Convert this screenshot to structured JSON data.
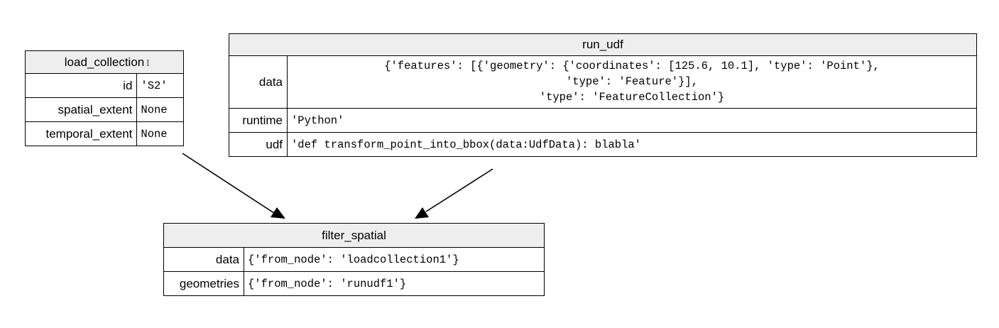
{
  "nodes": {
    "load_collection": {
      "title": "load_collection",
      "rows": [
        {
          "key": "id",
          "value": "'S2'"
        },
        {
          "key": "spatial_extent",
          "value": "None"
        },
        {
          "key": "temporal_extent",
          "value": "None"
        }
      ]
    },
    "run_udf": {
      "title": "run_udf",
      "rows": [
        {
          "key": "data",
          "value": "{'features': [{'geometry': {'coordinates': [125.6, 10.1], 'type': 'Point'},\n'type': 'Feature'}],\n'type': 'FeatureCollection'}"
        },
        {
          "key": "runtime",
          "value": "'Python'"
        },
        {
          "key": "udf",
          "value": "'def transform_point_into_bbox(data:UdfData): blabla'"
        }
      ]
    },
    "filter_spatial": {
      "title": "filter_spatial",
      "rows": [
        {
          "key": "data",
          "value": "{'from_node': 'loadcollection1'}"
        },
        {
          "key": "geometries",
          "value": "{'from_node': 'runudf1'}"
        }
      ]
    }
  },
  "edges": [
    {
      "from": "load_collection",
      "to": "filter_spatial"
    },
    {
      "from": "run_udf",
      "to": "filter_spatial"
    }
  ],
  "colors": {
    "header_bg": "#eeeeee",
    "border": "#000000",
    "edge": "#000000"
  }
}
